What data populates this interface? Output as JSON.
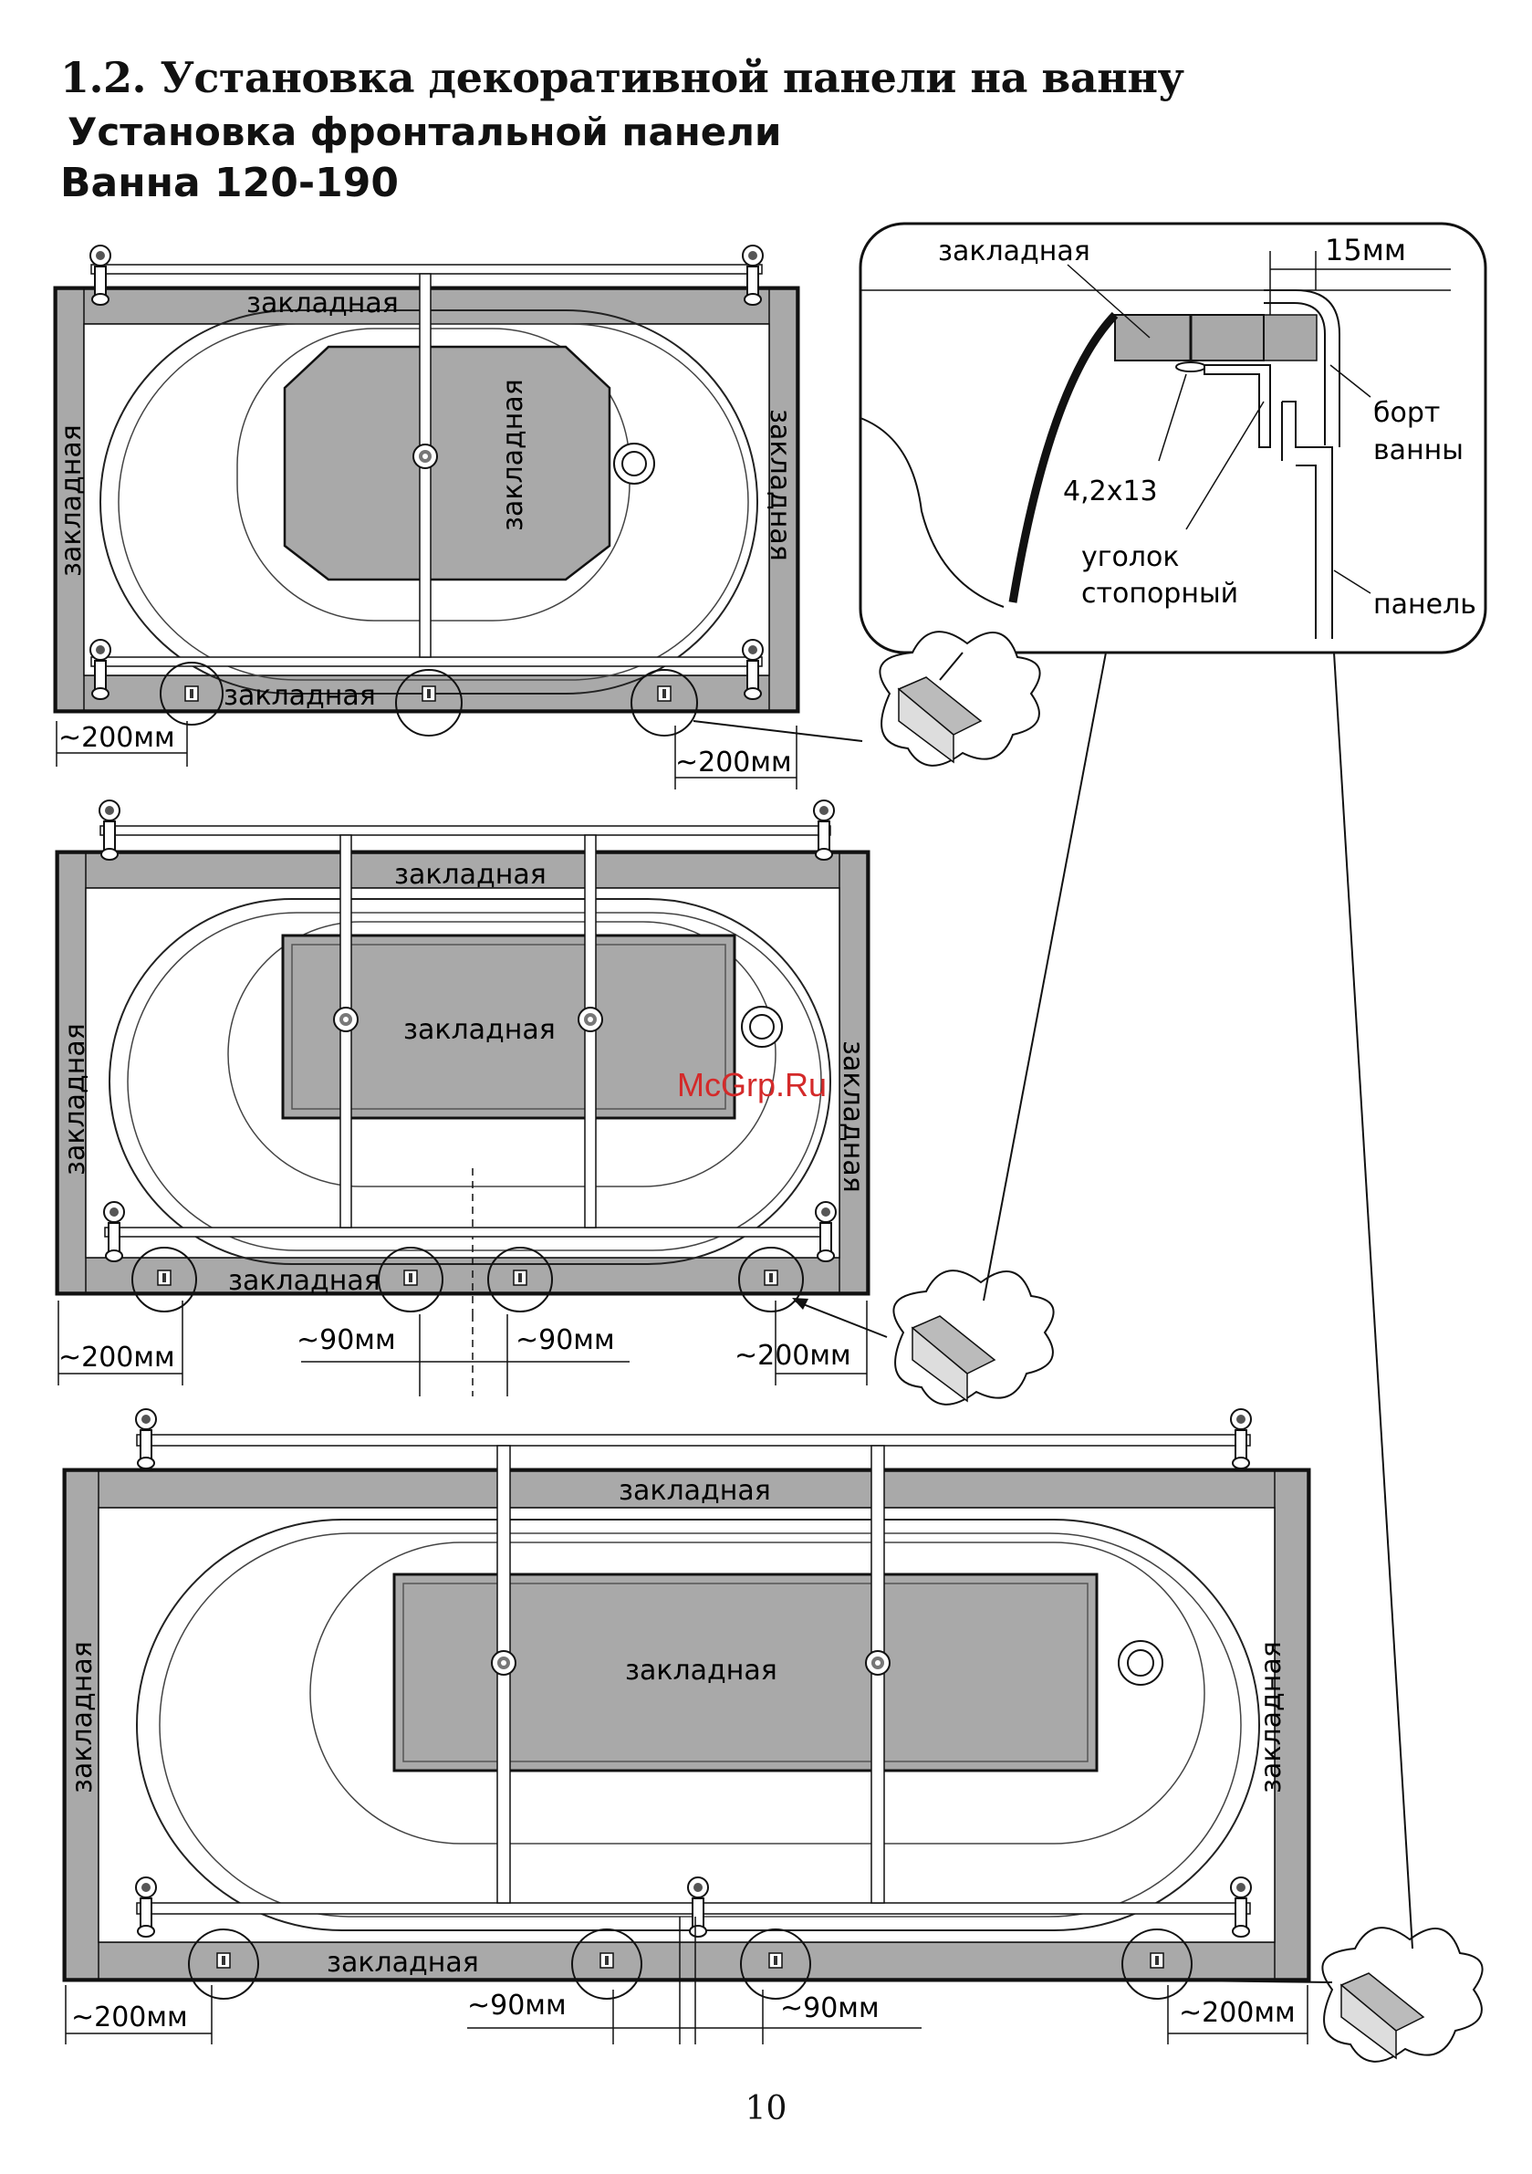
{
  "header": {
    "title": "1.2. Установка декоративной панели на ванну",
    "subtitle": "Установка фронтальной панели",
    "model_range": "Ванна 120-190"
  },
  "watermark": "McGrp.Ru",
  "detail": {
    "insert_label": "закладная",
    "gap_label": "15мм",
    "screw_label": "4,2x13",
    "stop_corner_label_1": "уголок",
    "stop_corner_label_2": "стопорный",
    "rim_label_1": "борт",
    "rim_label_2": "ванны",
    "panel_label": "панель"
  },
  "diagram1": {
    "top_insert": "закладная",
    "bottom_insert": "закладная",
    "center_insert": "закладная",
    "left_insert": "закладная",
    "right_insert": "закладная",
    "dim_left": "~200мм",
    "dim_right": "~200мм"
  },
  "diagram2": {
    "top_insert": "закладная",
    "bottom_insert": "закладная",
    "center_insert": "закладная",
    "left_insert": "закладная",
    "right_insert": "закладная",
    "dim_left": "~200мм",
    "dim_mid_left": "~90мм",
    "dim_mid_right": "~90мм",
    "dim_right": "~200мм"
  },
  "diagram3": {
    "top_insert": "закладная",
    "bottom_insert": "закладная",
    "center_insert": "закладная",
    "left_insert": "закладная",
    "right_insert": "закладная",
    "dim_left": "~200мм",
    "dim_mid_left": "~90мм",
    "dim_mid_right": "~90мм",
    "dim_right": "~200мм"
  },
  "page_number": "10",
  "colors": {
    "insert_gray": "#a9a9a9",
    "outline": "#1a1a1a",
    "watermark": "#d42a2a"
  }
}
